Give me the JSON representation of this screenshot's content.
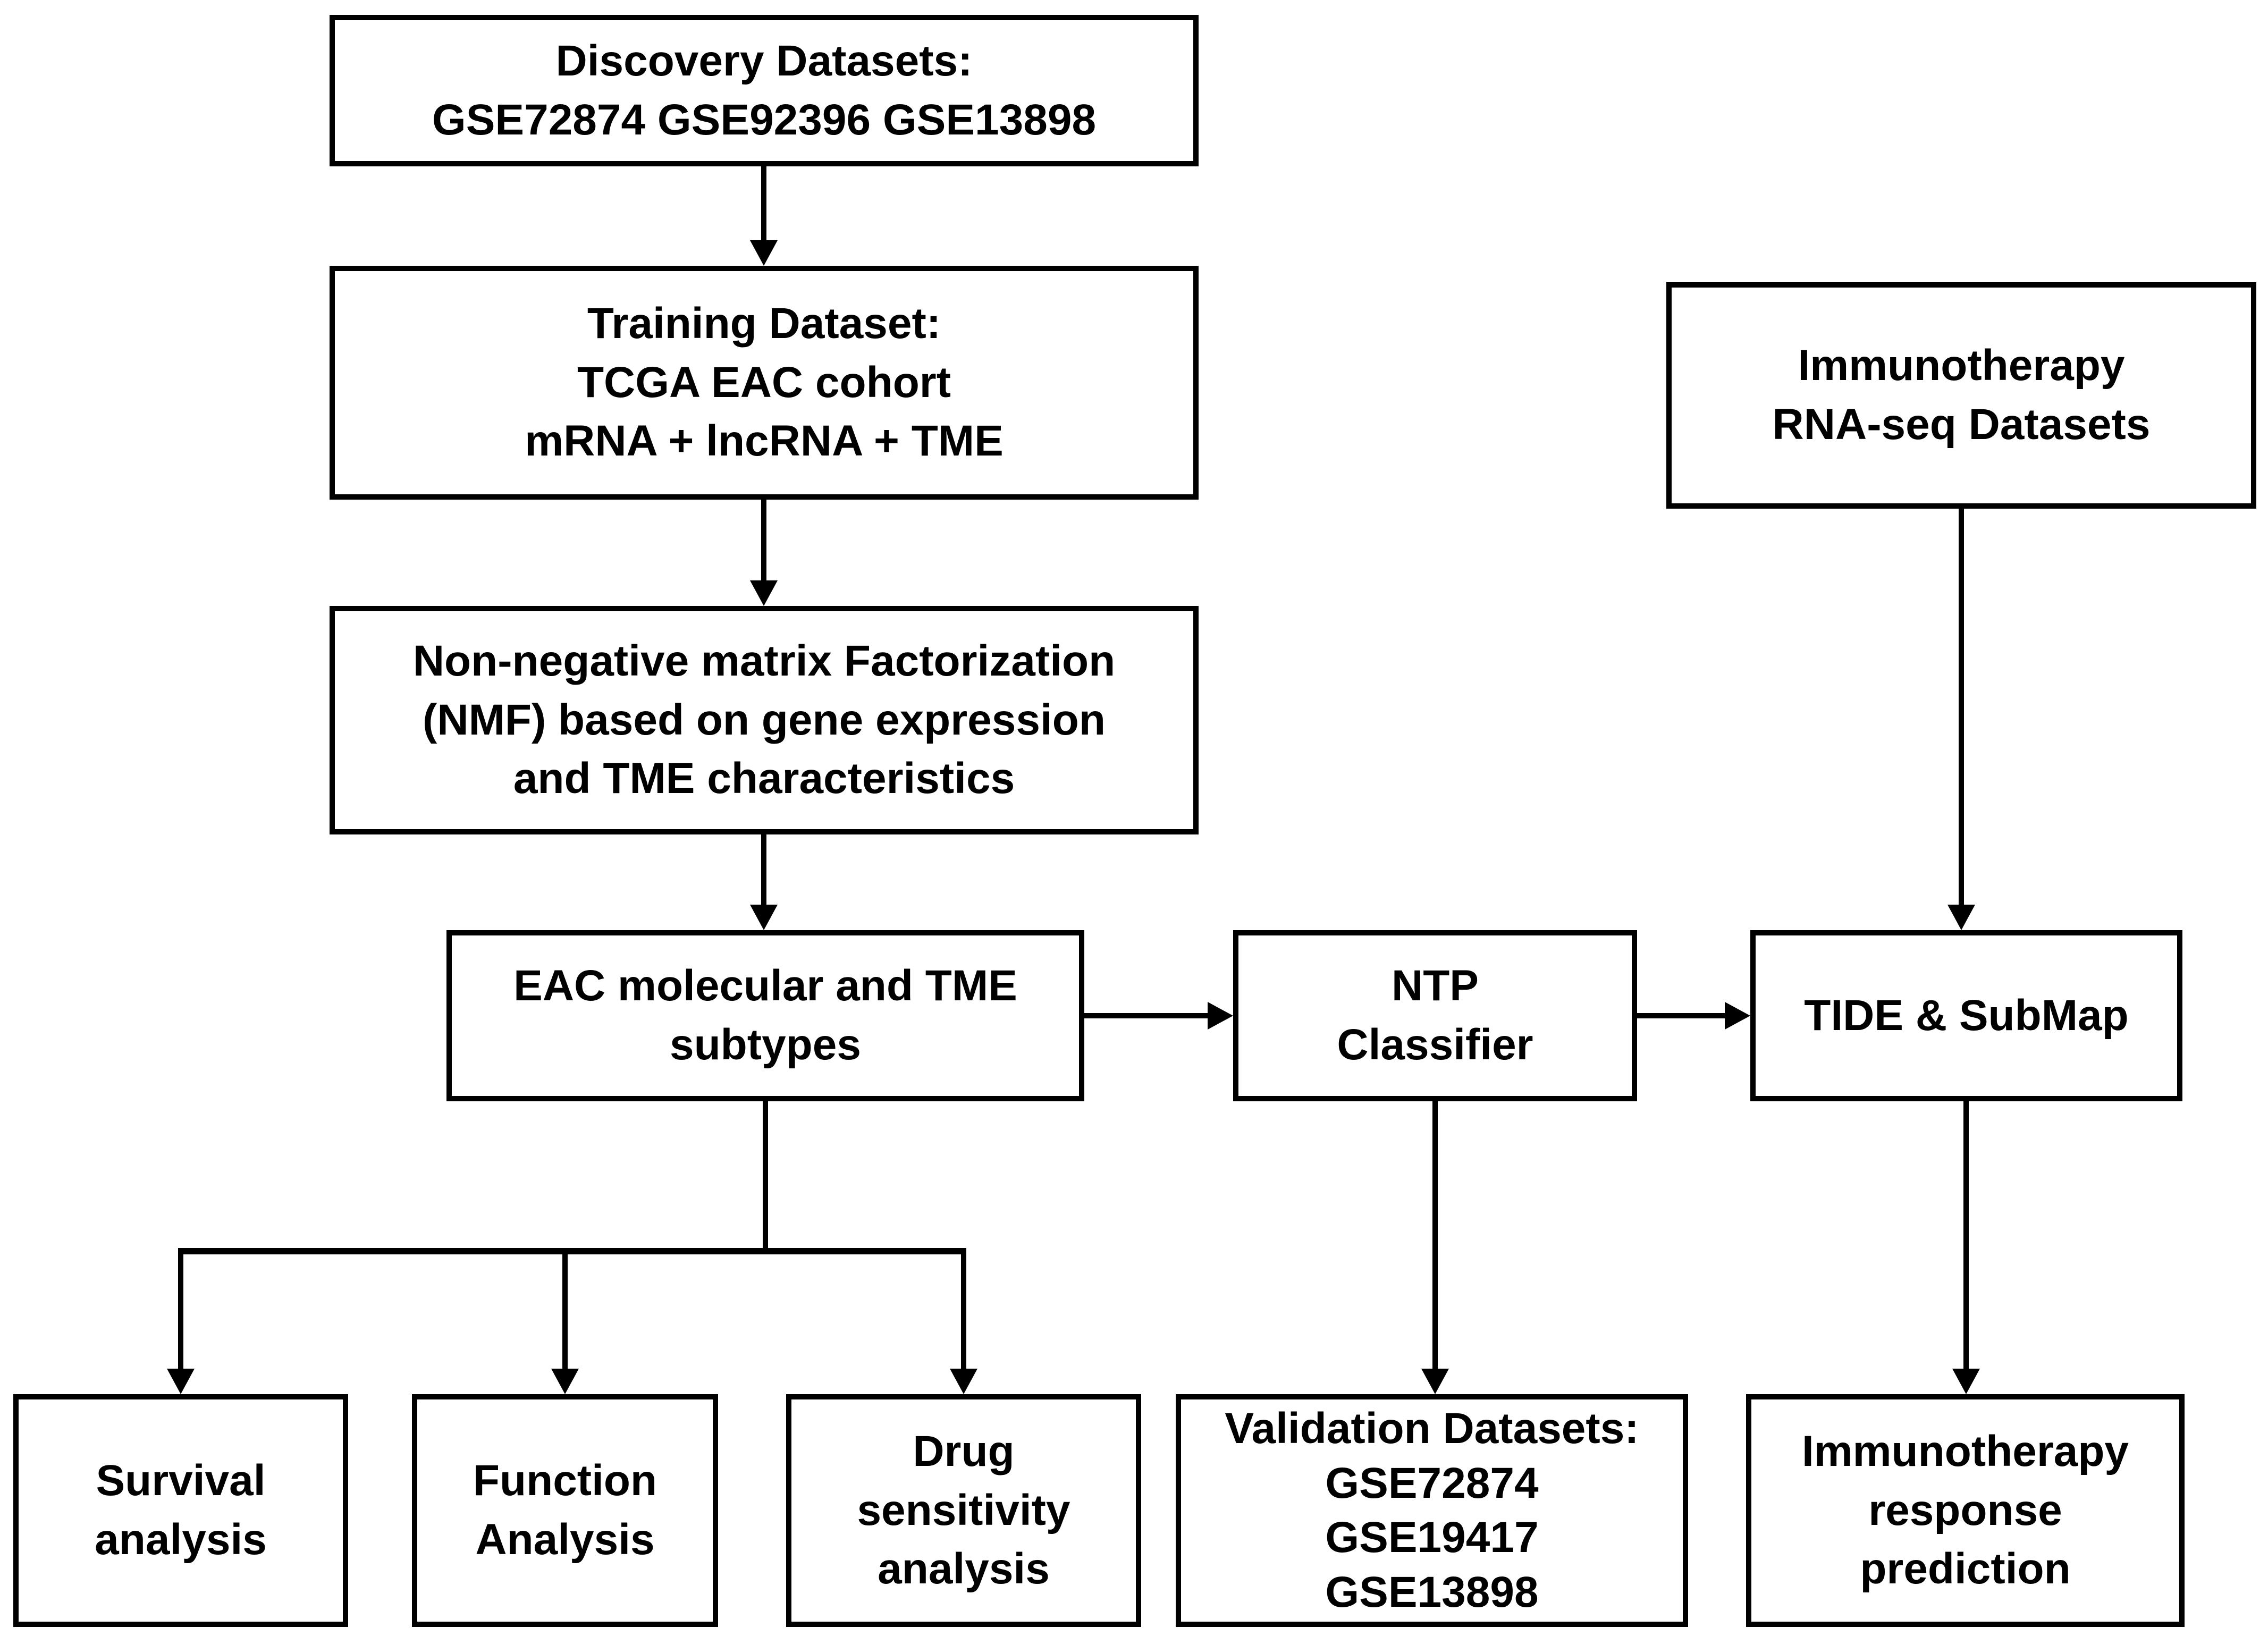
{
  "diagram": {
    "colors": {
      "background": "#ffffff",
      "box_fill": "#ffffff",
      "box_border": "#000000",
      "text": "#000000",
      "arrow": "#000000"
    },
    "nodes": {
      "discovery": {
        "label": "Discovery Datasets:\nGSE72874 GSE92396 GSE13898"
      },
      "training": {
        "label": "Training Dataset:\nTCGA EAC cohort\nmRNA + lncRNA + TME"
      },
      "nmf": {
        "label": "Non-negative matrix Factorization\n(NMF) based on gene expression\nand TME characteristics"
      },
      "eac_subtypes": {
        "label": "EAC molecular and TME\nsubtypes"
      },
      "ntp_classifier": {
        "label": "NTP\nClassifier"
      },
      "tide_submap": {
        "label": "TIDE & SubMap"
      },
      "immunotherapy_datasets": {
        "label": "Immunotherapy\nRNA-seq Datasets"
      },
      "survival": {
        "label": "Survival\nanalysis"
      },
      "function": {
        "label": "Function\nAnalysis"
      },
      "drug": {
        "label": "Drug\nsensitivity\nanalysis"
      },
      "validation": {
        "label": "Validation Datasets:\nGSE72874\nGSE19417\nGSE13898"
      },
      "response": {
        "label": "Immunotherapy\nresponse\nprediction"
      }
    },
    "edges": [
      {
        "from": "discovery",
        "to": "training"
      },
      {
        "from": "training",
        "to": "nmf"
      },
      {
        "from": "nmf",
        "to": "eac_subtypes"
      },
      {
        "from": "eac_subtypes",
        "to": "ntp_classifier"
      },
      {
        "from": "ntp_classifier",
        "to": "tide_submap"
      },
      {
        "from": "immunotherapy_datasets",
        "to": "tide_submap"
      },
      {
        "from": "eac_subtypes",
        "to": "survival"
      },
      {
        "from": "eac_subtypes",
        "to": "function"
      },
      {
        "from": "eac_subtypes",
        "to": "drug"
      },
      {
        "from": "ntp_classifier",
        "to": "validation"
      },
      {
        "from": "tide_submap",
        "to": "response"
      }
    ]
  }
}
